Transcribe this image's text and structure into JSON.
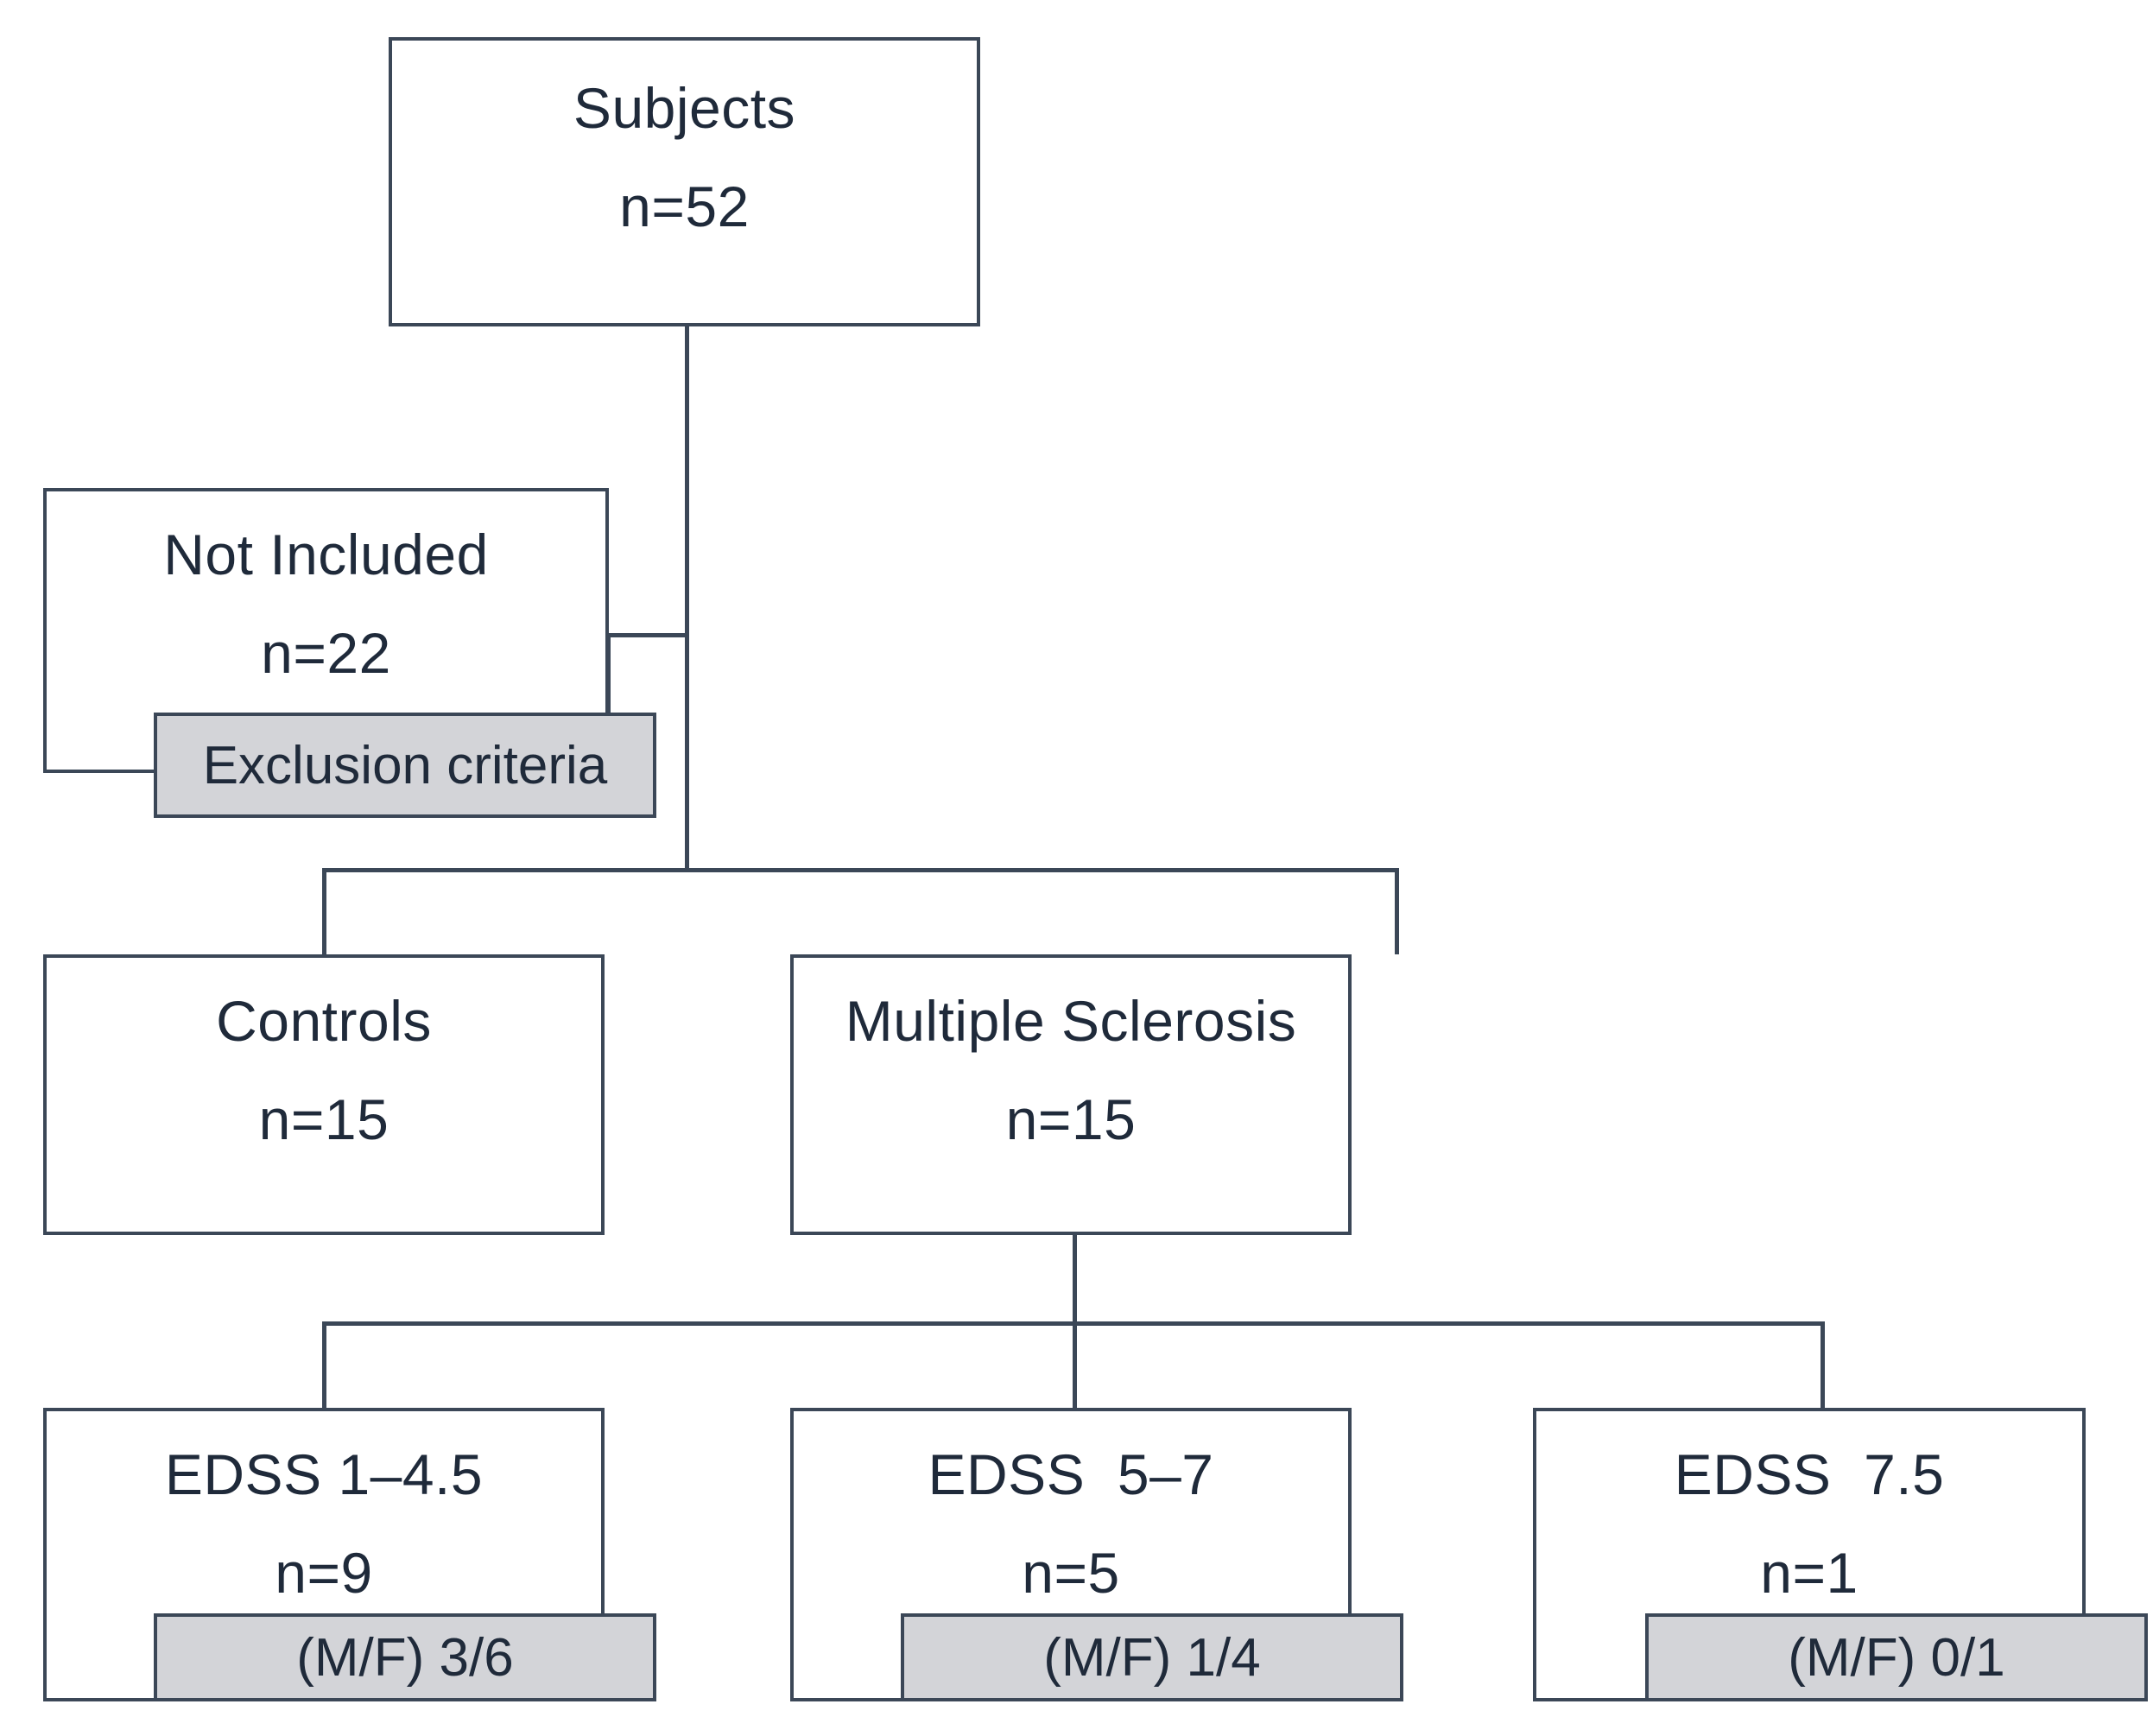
{
  "diagram": {
    "type": "flowchart",
    "title_present": false,
    "colors": {
      "border": "#3b4757",
      "text": "#1f2a3a",
      "callout_fill": "#d3d4d8",
      "background": "#ffffff"
    },
    "nodes": {
      "subjects": {
        "label": "Subjects",
        "count": "n=52"
      },
      "not_included": {
        "label": "Not Included",
        "count": "n=22",
        "callout": "Exclusion criteria"
      },
      "controls": {
        "label": "Controls",
        "count": "n=15"
      },
      "multiple_sclerosis": {
        "label": "Multiple Sclerosis",
        "count": "n=15"
      },
      "edss_low": {
        "label": "EDSS 1–4.5",
        "count": "n=9",
        "callout": "(M/F) 3/6"
      },
      "edss_mid": {
        "label": "EDSS  5–7",
        "count": "n=5",
        "callout": "(M/F) 1/4"
      },
      "edss_high": {
        "label": "EDSS  7.5",
        "count": "n=1",
        "callout": "(M/F) 0/1"
      }
    }
  }
}
